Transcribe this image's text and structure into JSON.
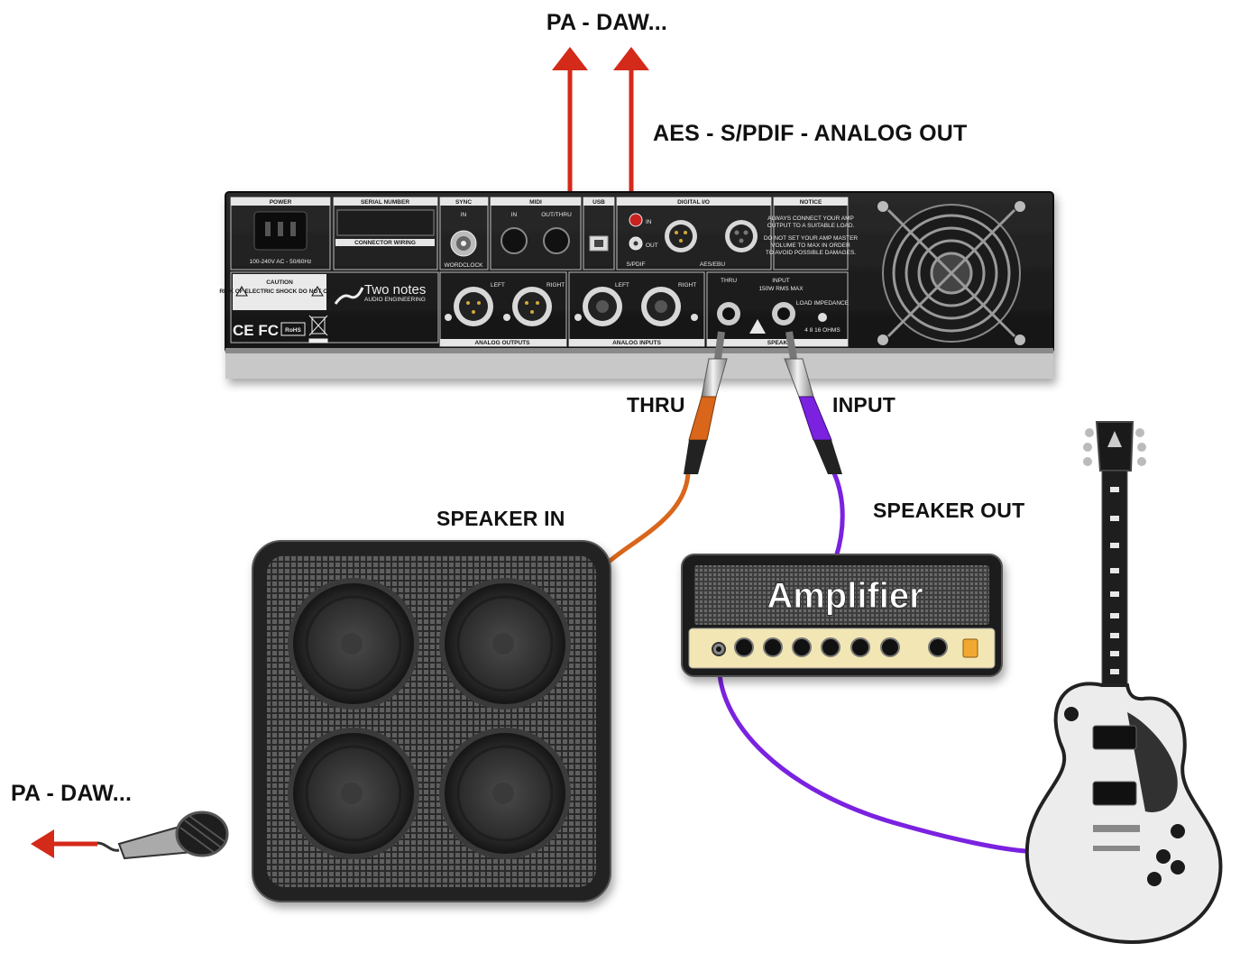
{
  "labels": {
    "pa_daw_top": "PA - DAW...",
    "aes_out": "AES - S/PDIF - ANALOG OUT",
    "thru": "THRU",
    "input": "INPUT",
    "speaker_in": "SPEAKER IN",
    "speaker_out": "SPEAKER OUT",
    "pa_daw_left": "PA - DAW..."
  },
  "amplifier": {
    "name": "Amplifier"
  },
  "panel": {
    "power": "POWER",
    "power_spec": "100-240V AC - 50/60Hz",
    "serial_number": "SERIAL NUMBER",
    "connector_wiring": "CONNECTOR WIRING",
    "sync": "SYNC",
    "sync_in": "IN",
    "wordclock": "WORDCLOCK",
    "midi": "MIDI",
    "midi_in": "IN",
    "midi_out": "OUT/THRU",
    "usb": "USB",
    "digital_io": "DIGITAL I/O",
    "dio_in": "IN",
    "dio_out": "OUT",
    "spdif": "S/PDIF",
    "aesebu": "AES/EBU",
    "notice": "NOTICE",
    "notice_text_1": "ALWAYS CONNECT YOUR AMP",
    "notice_text_2": "OUTPUT TO A SUITABLE LOAD.",
    "notice_text_3": "DO NOT SET YOUR AMP MASTER",
    "notice_text_4": "VOLUME TO MAX IN ORDER",
    "notice_text_5": "TO AVOID POSSIBLE DAMAGES.",
    "caution": "CAUTION",
    "caution_sub": "RISK OF ELECTRIC SHOCK DO NOT OPEN",
    "brand": "Two notes",
    "brand_sub": "AUDIO ENGINEERING",
    "ce_fc": "CE FC",
    "rohs": "RoHS",
    "analog_outputs": "ANALOG OUTPUTS",
    "analog_inputs": "ANALOG INPUTS",
    "left": "LEFT",
    "right": "RIGHT",
    "speaker_short": "SPEAK",
    "thru": "THRU",
    "input": "INPUT",
    "input_spec": "150W RMS MAX",
    "load_impedance": "LOAD IMPEDANCE",
    "ohms": "4 8 16 OHMS"
  },
  "colors": {
    "arrow_red": "#d42a1a",
    "cable_orange": "#d9661a",
    "cable_purple": "#7a22e0"
  }
}
